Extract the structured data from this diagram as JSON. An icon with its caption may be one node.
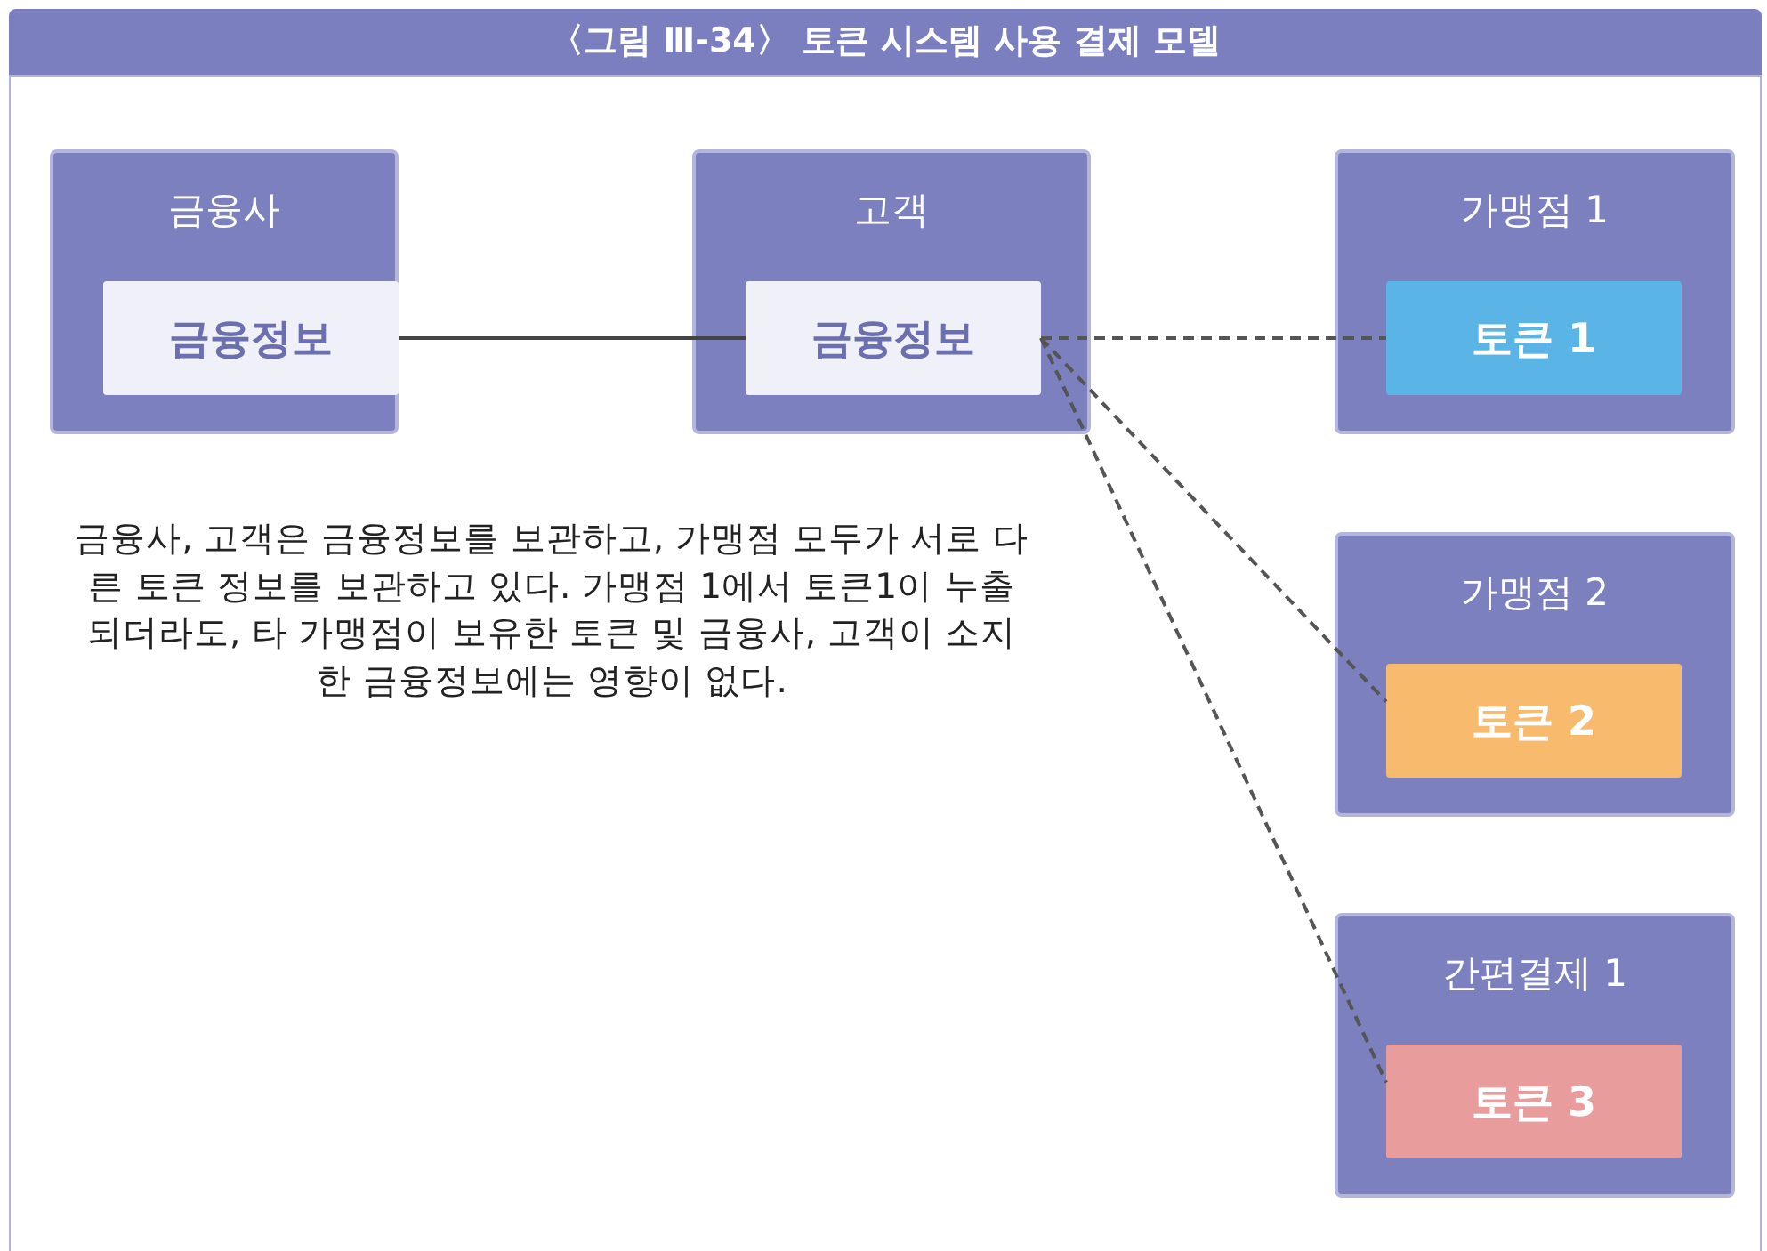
{
  "diagram": {
    "title": "〈그림 Ⅲ-34〉 토큰 시스템 사용 결제 모델",
    "nodes": [
      {
        "text": [
          "금융사"
        ]
      },
      {
        "text": [
          "금융정보"
        ],
        "in": 0
      },
      {
        "text": [
          "고객"
        ]
      },
      {
        "text": [
          "금융정보"
        ],
        "in": 2
      },
      {
        "text": [
          "가맹점 1"
        ]
      },
      {
        "text": [
          "토큰 1"
        ],
        "in": 4
      },
      {
        "text": [
          "가맹점 2"
        ]
      },
      {
        "text": [
          "토큰 2"
        ],
        "in": 6
      },
      {
        "text": [
          "간편결제 1"
        ]
      },
      {
        "text": [
          "토큰 3"
        ],
        "in": 8
      }
    ],
    "edges": [
      {
        "from": 1,
        "to": 3,
        "arrow": "none"
      },
      {
        "from": 3,
        "to": 5,
        "arrow": "none",
        "style": "dashed"
      },
      {
        "from": 3,
        "to": 7,
        "arrow": "none",
        "style": "dashed"
      },
      {
        "from": 3,
        "to": 9,
        "arrow": "none",
        "style": "dashed"
      }
    ],
    "labels": [
      "금융사, 고객은 금융정보를 보관하고, 가맹점 모두가 서로 다른 토큰 정보를 보관하고 있다. 가맹점 1에서 토큰1이 누출되더라도, 타 가맹점이 보유한 토큰 및 금융사, 고객이 소지한 금융정보에는 영향이 없다."
    ]
  }
}
